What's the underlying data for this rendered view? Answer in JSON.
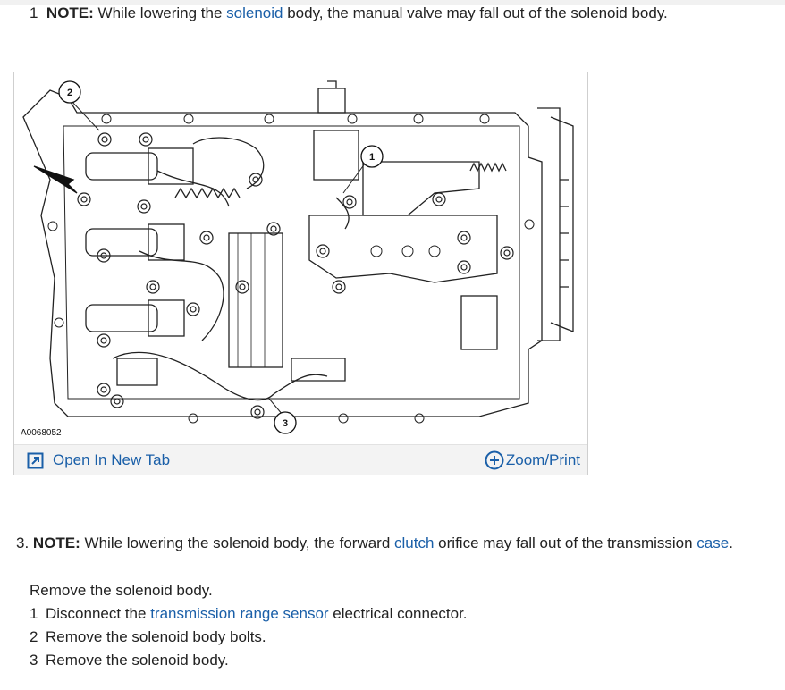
{
  "top_note": {
    "number": "1",
    "label": "NOTE:",
    "text_before": " While lowering the ",
    "link": "solenoid",
    "text_after": " body, the manual valve may fall out of the solenoid body."
  },
  "figure": {
    "id_label": "A0068052",
    "callouts": [
      "1",
      "2",
      "3"
    ],
    "open_tab_label": "Open In New Tab",
    "zoom_label": "Zoom/Print",
    "open_icon": "open-in-new-tab-icon",
    "zoom_icon": "plus-circle-icon"
  },
  "step3": {
    "number": "3.",
    "label": "NOTE:",
    "text_before": " While lowering the solenoid body, the forward ",
    "link1": "clutch",
    "text_mid": " orifice may fall out of the transmission ",
    "link2": "case",
    "text_after": "."
  },
  "procedure": {
    "intro": "Remove the solenoid body.",
    "items": [
      {
        "num": "1",
        "before": "Disconnect the ",
        "link": "transmission range sensor",
        "after": " electrical connector."
      },
      {
        "num": "2",
        "before": "Remove the solenoid body bolts.",
        "link": "",
        "after": ""
      },
      {
        "num": "3",
        "before": "Remove the solenoid body.",
        "link": "",
        "after": ""
      }
    ]
  },
  "colors": {
    "link": "#1a5fa8",
    "toolbar_bg": "#f3f3f3",
    "border": "#cfcfcf"
  }
}
